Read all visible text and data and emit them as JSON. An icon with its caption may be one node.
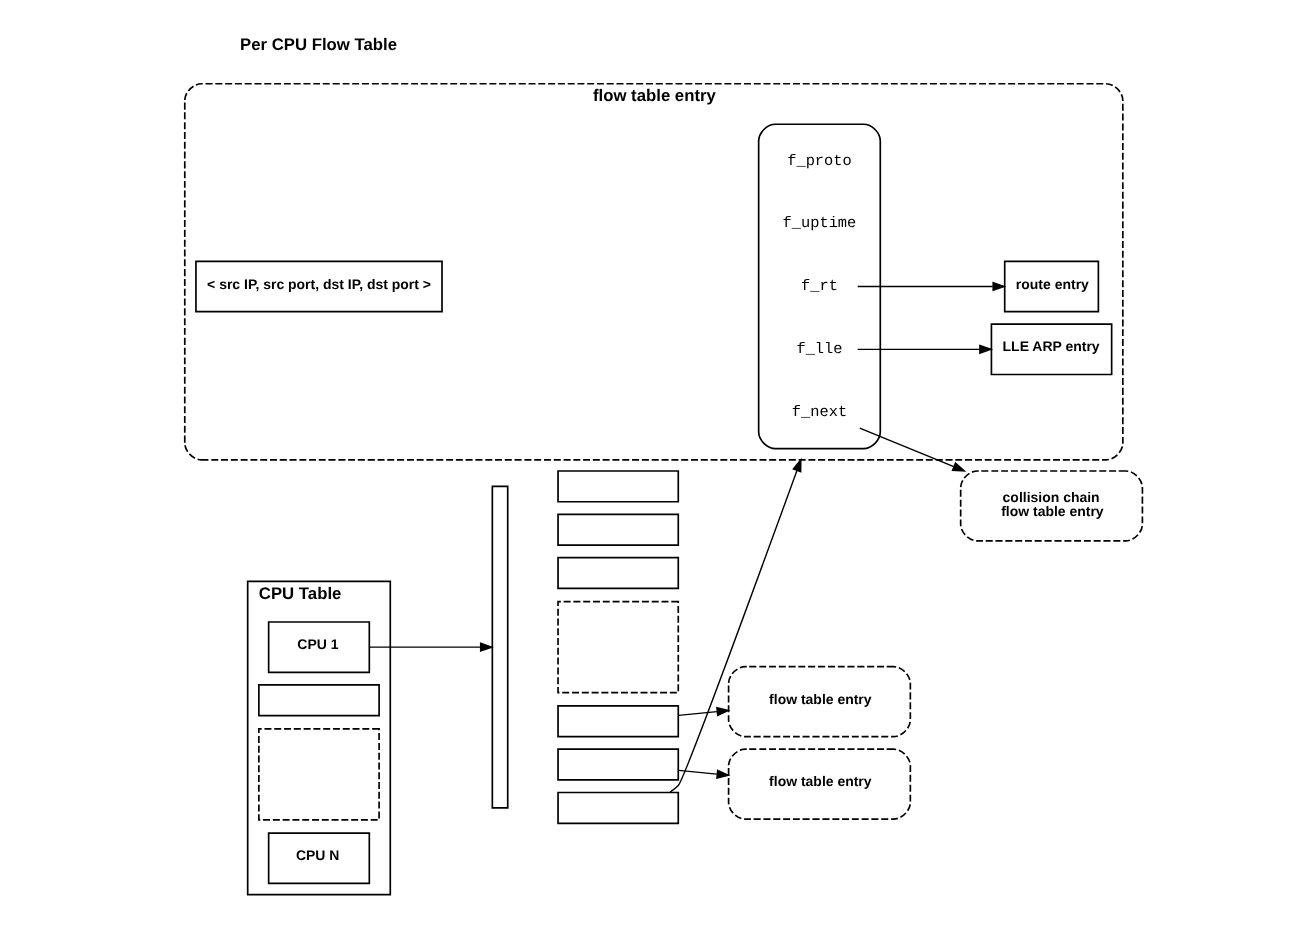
{
  "diagram": {
    "nodes": [
      {
        "text": [
          "CPU Table"
        ]
      },
      {
        "text": [
          "CPU 1"
        ],
        "in": 0
      },
      {
        "text": [],
        "shape": "box",
        "in": 0
      },
      {
        "text": [],
        "shape": "box",
        "in": 0
      },
      {
        "text": [
          "CPU N"
        ],
        "in": 0
      },
      {
        "text": [],
        "shape": "bar"
      },
      {
        "text": [],
        "shape": "box"
      },
      {
        "text": [],
        "shape": "box"
      },
      {
        "text": [],
        "shape": "box"
      },
      {
        "text": [],
        "shape": "box"
      },
      {
        "text": [],
        "shape": "box"
      },
      {
        "text": [],
        "shape": "box"
      },
      {
        "text": [],
        "shape": "box"
      },
      {
        "text": [
          "flow table entry"
        ]
      },
      {
        "text": [],
        "shape": "document",
        "in": 13
      },
      {
        "text": [
          "f_next"
        ],
        "in": 14
      },
      {
        "text": [
          "f_proto"
        ],
        "in": 14
      },
      {
        "text": [
          "f_uptime"
        ],
        "in": 14
      },
      {
        "text": [
          "f_rt"
        ],
        "in": 14
      },
      {
        "text": [
          "f_lle"
        ],
        "in": 14
      },
      {
        "text": [
          "route entry"
        ],
        "in": 13
      },
      {
        "text": [
          "LLE ARP entry"
        ],
        "in": 13
      },
      {
        "text": [
          "< src IP, src port, dst IP, dst port >"
        ],
        "in": 13
      },
      {
        "text": [
          "collision chain",
          "flow table entry"
        ]
      },
      {
        "text": [
          "flow table entry"
        ]
      },
      {
        "text": [
          "flow table entry"
        ]
      }
    ],
    "edges": [
      {
        "from": 1,
        "to": 5,
        "arrow": "to"
      },
      {
        "from": 6,
        "to": 13,
        "arrow": "to"
      },
      {
        "from": 7,
        "to": 24,
        "arrow": "to"
      },
      {
        "from": 8,
        "to": 25,
        "arrow": "to"
      },
      {
        "from": 15,
        "to": 23,
        "arrow": "to"
      },
      {
        "from": 18,
        "to": 20,
        "arrow": "to"
      },
      {
        "from": 19,
        "to": 21,
        "arrow": "to"
      }
    ],
    "labels": [
      "Per CPU Flow Table"
    ]
  }
}
